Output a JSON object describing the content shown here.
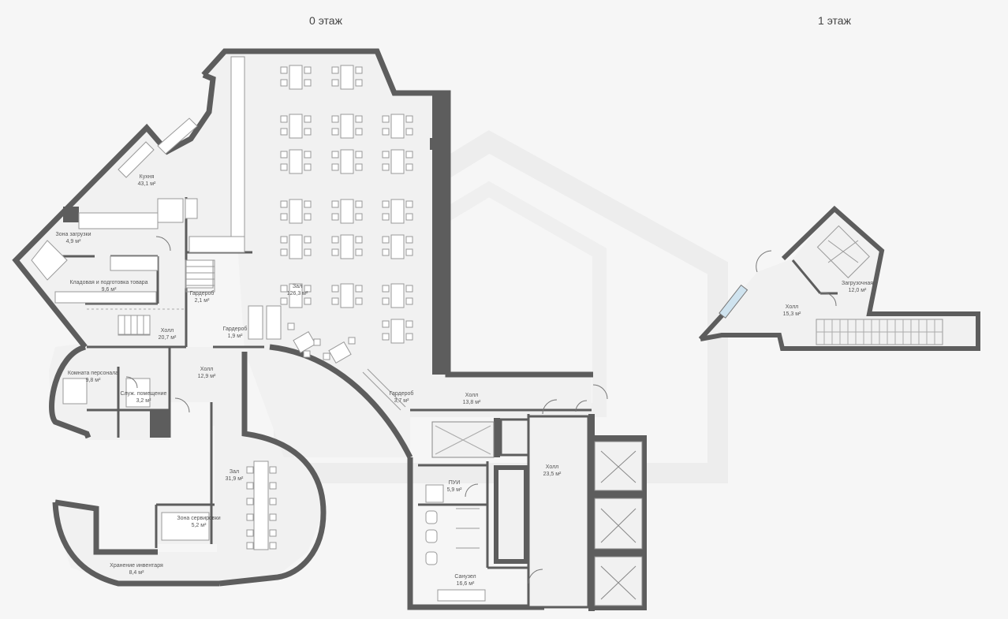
{
  "floors": {
    "ground": {
      "title": "0 этаж"
    },
    "first": {
      "title": "1 этаж"
    }
  },
  "rooms": {
    "kitchen": {
      "name": "Кухня",
      "area": "43,1 м²"
    },
    "loading_zone": {
      "name": "Зона загрузки",
      "area": "4,9 м²"
    },
    "storage_prep": {
      "name": "Кладовая и подготовка товара",
      "area": "9,6 м²"
    },
    "wardrobe_a": {
      "name": "Гардероб",
      "area": "2,1 м²"
    },
    "hall_a": {
      "name": "Холл",
      "area": "20,7 м²"
    },
    "wardrobe_b": {
      "name": "Гардероб",
      "area": "1,9 м²"
    },
    "main_hall": {
      "name": "Зал",
      "area": "126,3 м²"
    },
    "staff_room": {
      "name": "Комната персонала",
      "area": "9,8 м²"
    },
    "service_room": {
      "name": "Служ. помещение",
      "area": "3,2 м²"
    },
    "hall_b": {
      "name": "Холл",
      "area": "12,9 м²"
    },
    "wardrobe_c": {
      "name": "Гардероб",
      "area": "3,7 м²"
    },
    "hall_c": {
      "name": "Холл",
      "area": "13,8 м²"
    },
    "hall_d": {
      "name": "Холл",
      "area": "23,5 м²"
    },
    "cleaning": {
      "name": "ПУИ",
      "area": "5,9 м²"
    },
    "small_hall": {
      "name": "Зал",
      "area": "31,9 м²"
    },
    "serving_zone": {
      "name": "Зона сервировки",
      "area": "5,2 м²"
    },
    "inventory_storage": {
      "name": "Хранение инвентаря",
      "area": "8,4 м²"
    },
    "wc": {
      "name": "Санузел",
      "area": "16,6 м²"
    },
    "loading_room": {
      "name": "Загрузочная",
      "area": "12,0 м²"
    },
    "hall_upper": {
      "name": "Холл",
      "area": "15,3 м²"
    }
  },
  "colors": {
    "wall": "#5d5d5d",
    "floor": "#f1f1f1",
    "furniture": "#ffffff",
    "line": "#9a9a9a",
    "glass": "#cfe3ef",
    "background": "#f6f6f6",
    "watermark": "#ececec"
  }
}
